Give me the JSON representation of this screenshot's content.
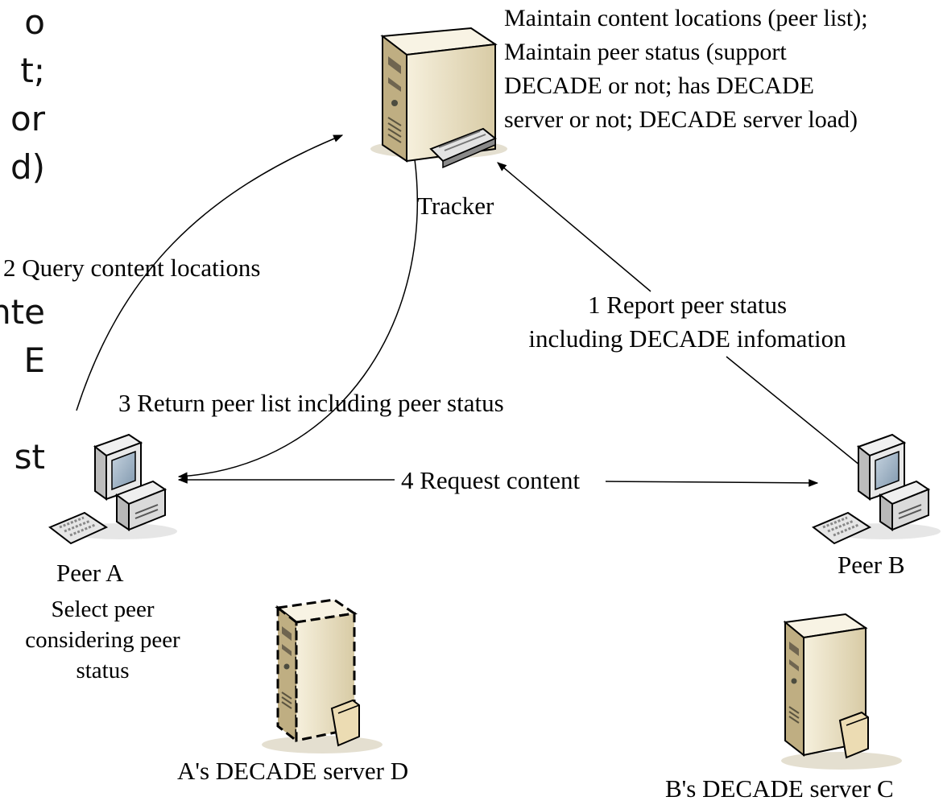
{
  "side_text": [
    "o",
    "t;",
    "or",
    "d)",
    "",
    "",
    "nte",
    "E",
    "",
    "st"
  ],
  "tracker": {
    "label": "Tracker",
    "notes": [
      "Maintain content locations (peer list);",
      "Maintain peer status (support",
      "DECADE or not; has DECADE",
      "server or not; DECADE server load)"
    ]
  },
  "messages": {
    "report": [
      "1 Report peer status",
      "including DECADE infomation"
    ],
    "query": "2 Query content locations",
    "return": "3 Return peer list including peer status",
    "request": "4 Request content"
  },
  "peer_a": {
    "label": "Peer A",
    "note": [
      "Select peer",
      "considering peer",
      "status"
    ]
  },
  "peer_b": {
    "label": "Peer B"
  },
  "server_d": {
    "label": "A's DECADE server D"
  },
  "server_c": {
    "label": "B's DECADE server C"
  },
  "colors": {
    "server_body": "#e9dfc4",
    "server_shade": "#cbbd96",
    "monitor_body": "#e8e8e8",
    "screen": "#9fb4c8",
    "line": "#000000"
  }
}
